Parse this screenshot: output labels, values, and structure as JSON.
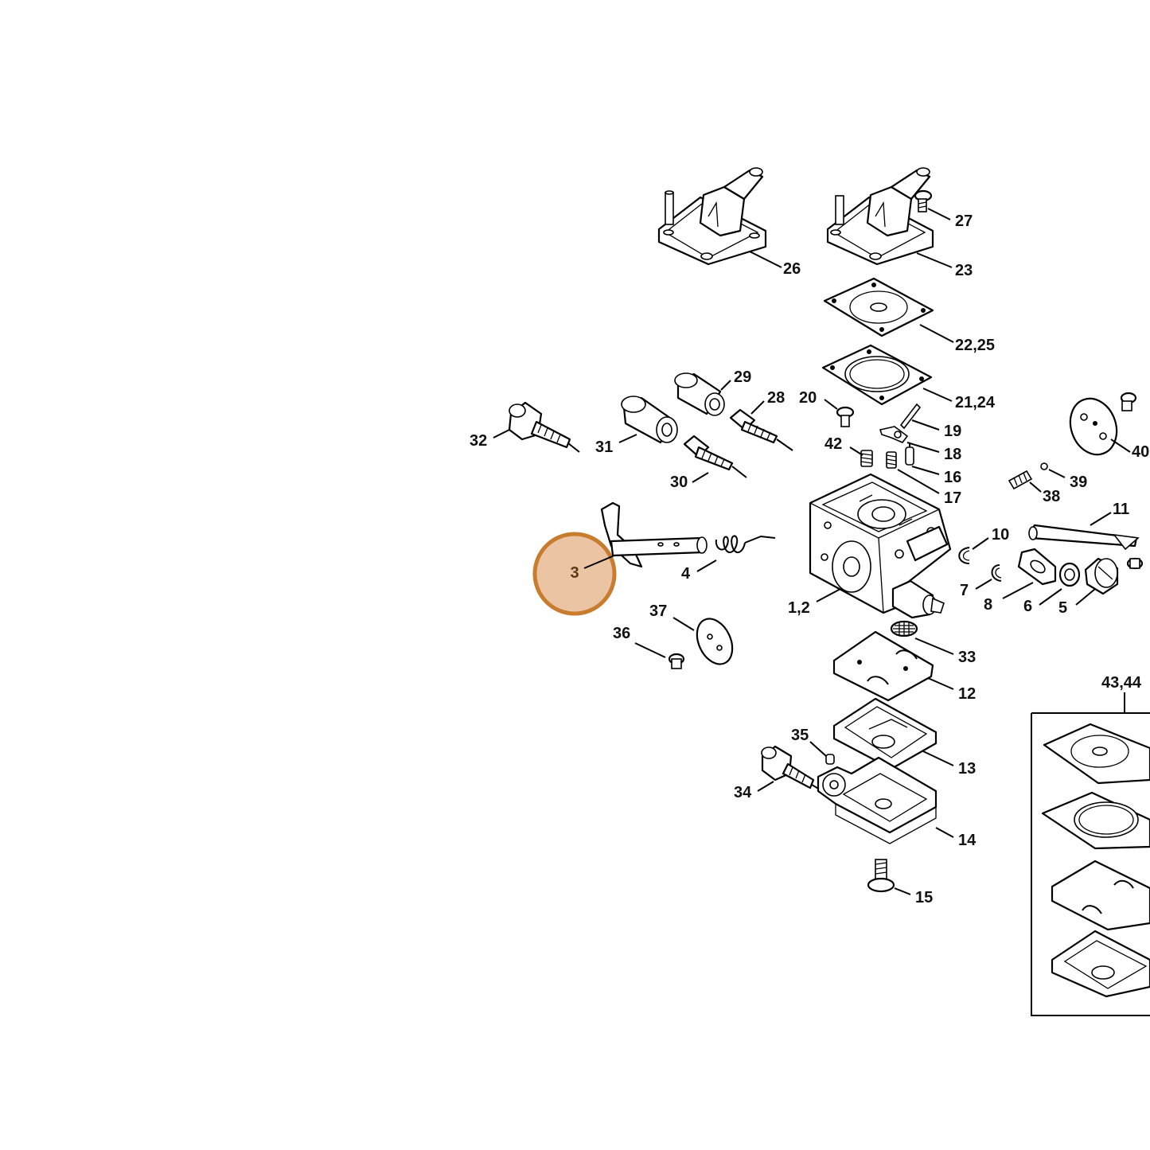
{
  "highlight": {
    "label": "3",
    "color": "#c77c2e",
    "fill": "#e6b48a"
  },
  "callouts": [
    "26",
    "27",
    "23",
    "22,25",
    "21,24",
    "29",
    "28",
    "32",
    "31",
    "30",
    "20",
    "19",
    "42",
    "18",
    "16",
    "17",
    "40",
    "39",
    "38",
    "11",
    "10",
    "4",
    "7",
    "8",
    "6",
    "5",
    "1,2",
    "37",
    "36",
    "33",
    "12",
    "43,44",
    "35",
    "13",
    "34",
    "14",
    "15"
  ]
}
